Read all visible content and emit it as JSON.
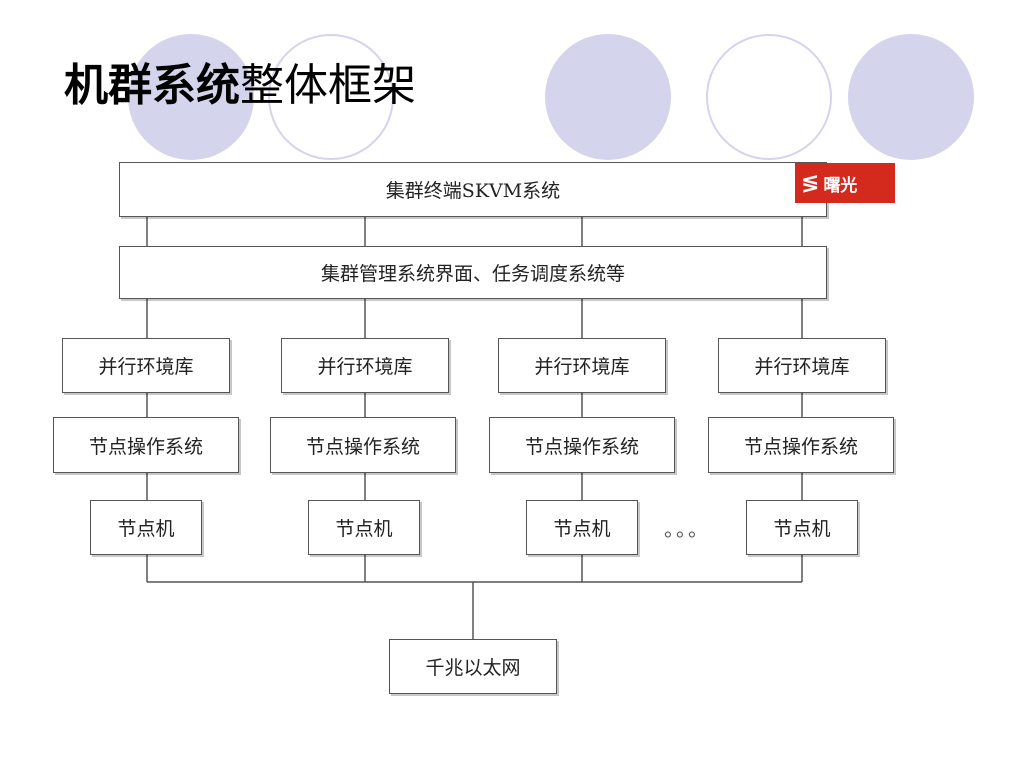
{
  "title": {
    "bold": "机群系统",
    "normal": "整体框架"
  },
  "diagram": {
    "top": "集群终端SKVM系统",
    "management": "集群管理系统界面、任务调度系统等",
    "columns": [
      {
        "library": "并行环境库",
        "os": "节点操作系统",
        "node": "节点机"
      },
      {
        "library": "并行环境库",
        "os": "节点操作系统",
        "node": "节点机"
      },
      {
        "library": "并行环境库",
        "os": "节点操作系统",
        "node": "节点机"
      },
      {
        "library": "并行环境库",
        "os": "节点操作系统",
        "node": "节点机"
      }
    ],
    "ellipsis": "。。。",
    "network": "千兆以太网",
    "logo": {
      "name": "曙光",
      "icon": "dawning-logo-icon"
    }
  },
  "colors": {
    "decor_circle": "#d4d4ec",
    "logo_bg": "#d42a1e",
    "line": "#555555"
  }
}
